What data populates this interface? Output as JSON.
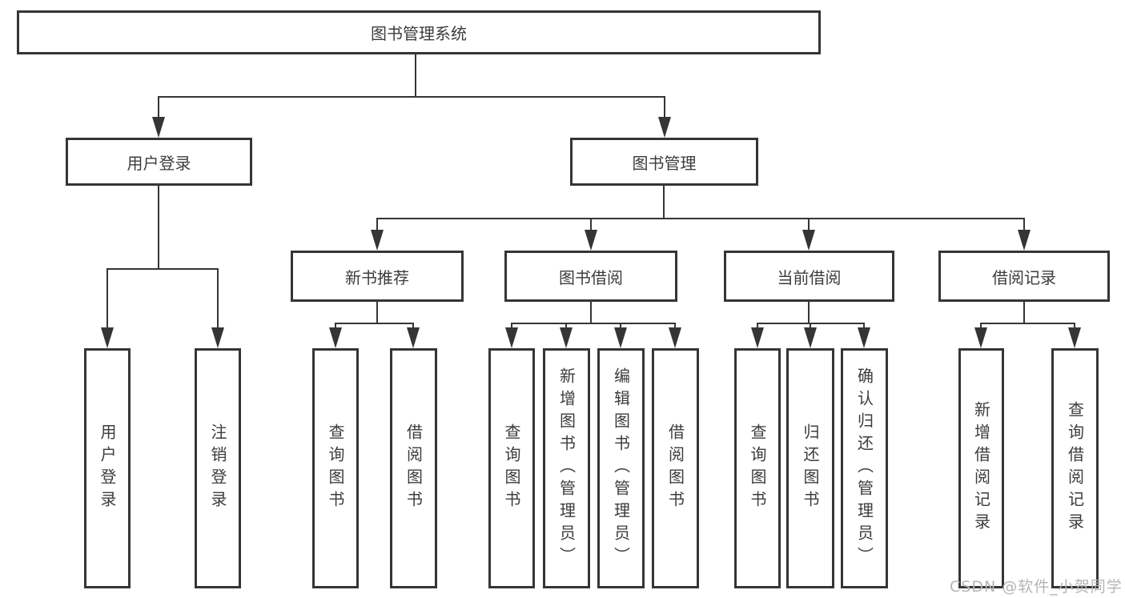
{
  "diagram": {
    "root": {
      "label": "图书管理系统"
    },
    "branches": {
      "user_login": {
        "label": "用户登录",
        "children": [
          "用户登录",
          "注销登录"
        ]
      },
      "book_management": {
        "label": "图书管理",
        "sections": {
          "new_books": {
            "label": "新书推荐",
            "children": [
              "查询图书",
              "借阅图书"
            ]
          },
          "borrowing": {
            "label": "图书借阅",
            "children": [
              "查询图书",
              "新增图书（管理员）",
              "编辑图书（管理员）",
              "借阅图书"
            ]
          },
          "current": {
            "label": "当前借阅",
            "children": [
              "查询图书",
              "归还图书",
              "确认归还（管理员）"
            ]
          },
          "records": {
            "label": "借阅记录",
            "children": [
              "新增借阅记录",
              "查询借阅记录"
            ]
          }
        }
      }
    }
  },
  "watermark": {
    "text": "CSDN @软件_小贺同学"
  },
  "colors": {
    "line": "#353535",
    "text": "#3c3c3c",
    "watermark": "#b5b5b5",
    "background": "#ffffff"
  }
}
